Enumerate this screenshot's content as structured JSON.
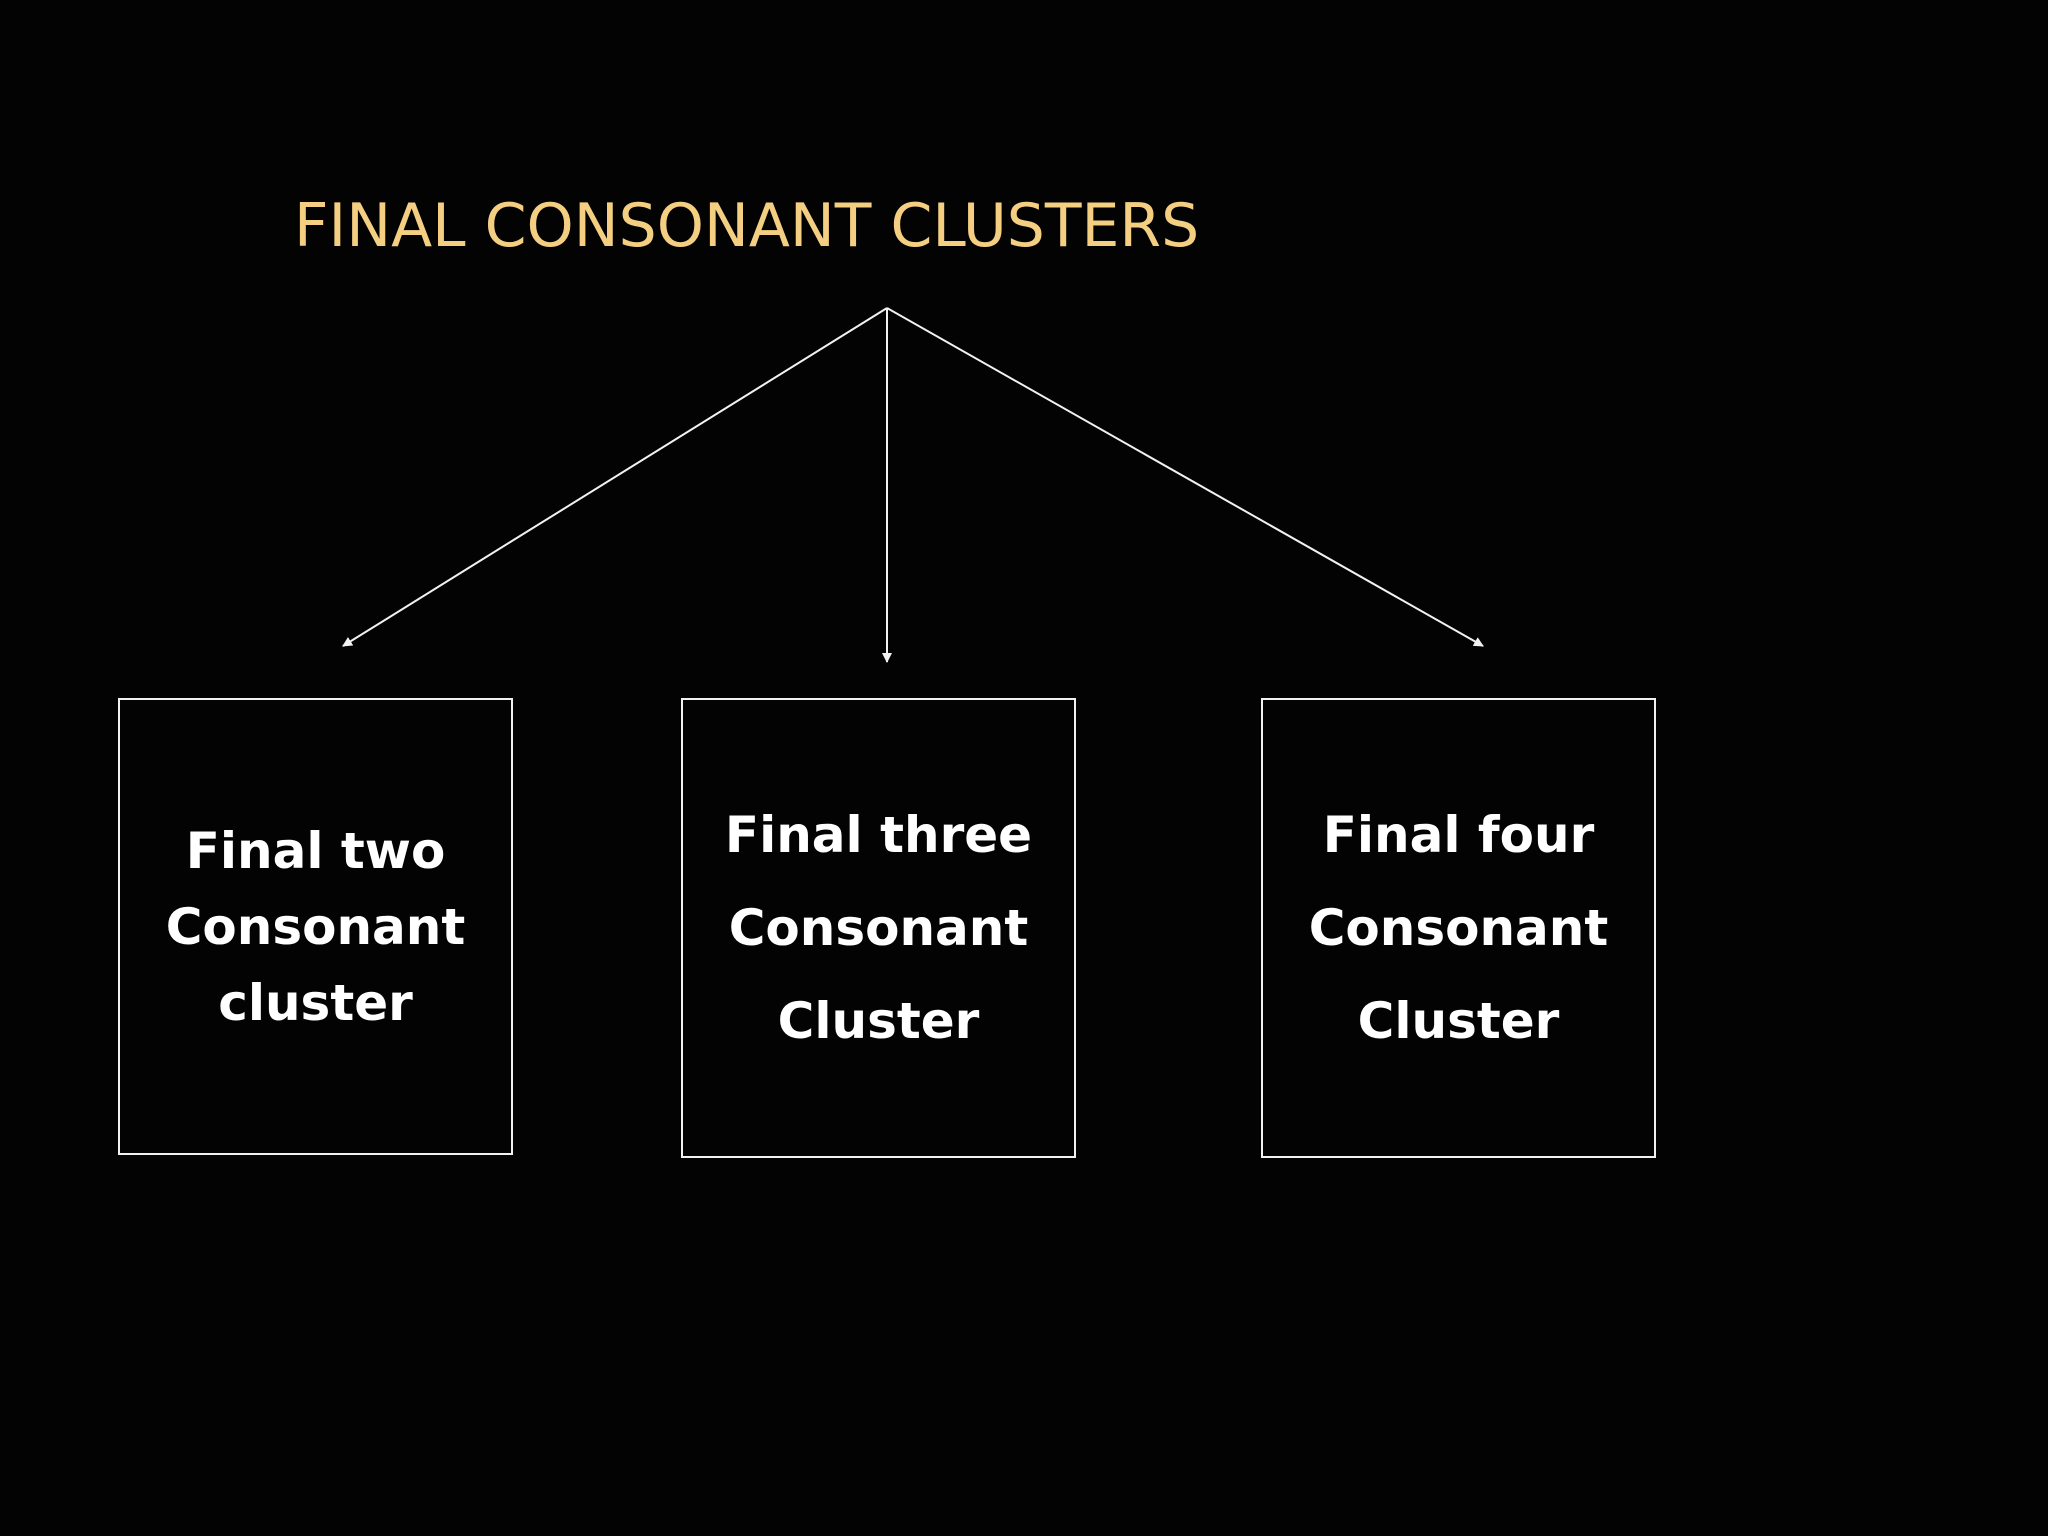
{
  "title": "FINAL CONSONANT CLUSTERS",
  "colors": {
    "background": "#040304",
    "title": "#f4cf82",
    "lines": "#f2f2f2",
    "text": "#ffffff"
  },
  "boxes": [
    {
      "line1": "Final two",
      "line2": "Consonant",
      "line3": "cluster"
    },
    {
      "line1": "Final three",
      "line2": "Consonant",
      "line3": "Cluster"
    },
    {
      "line1": "Final four",
      "line2": "Consonant",
      "line3": "Cluster"
    }
  ]
}
